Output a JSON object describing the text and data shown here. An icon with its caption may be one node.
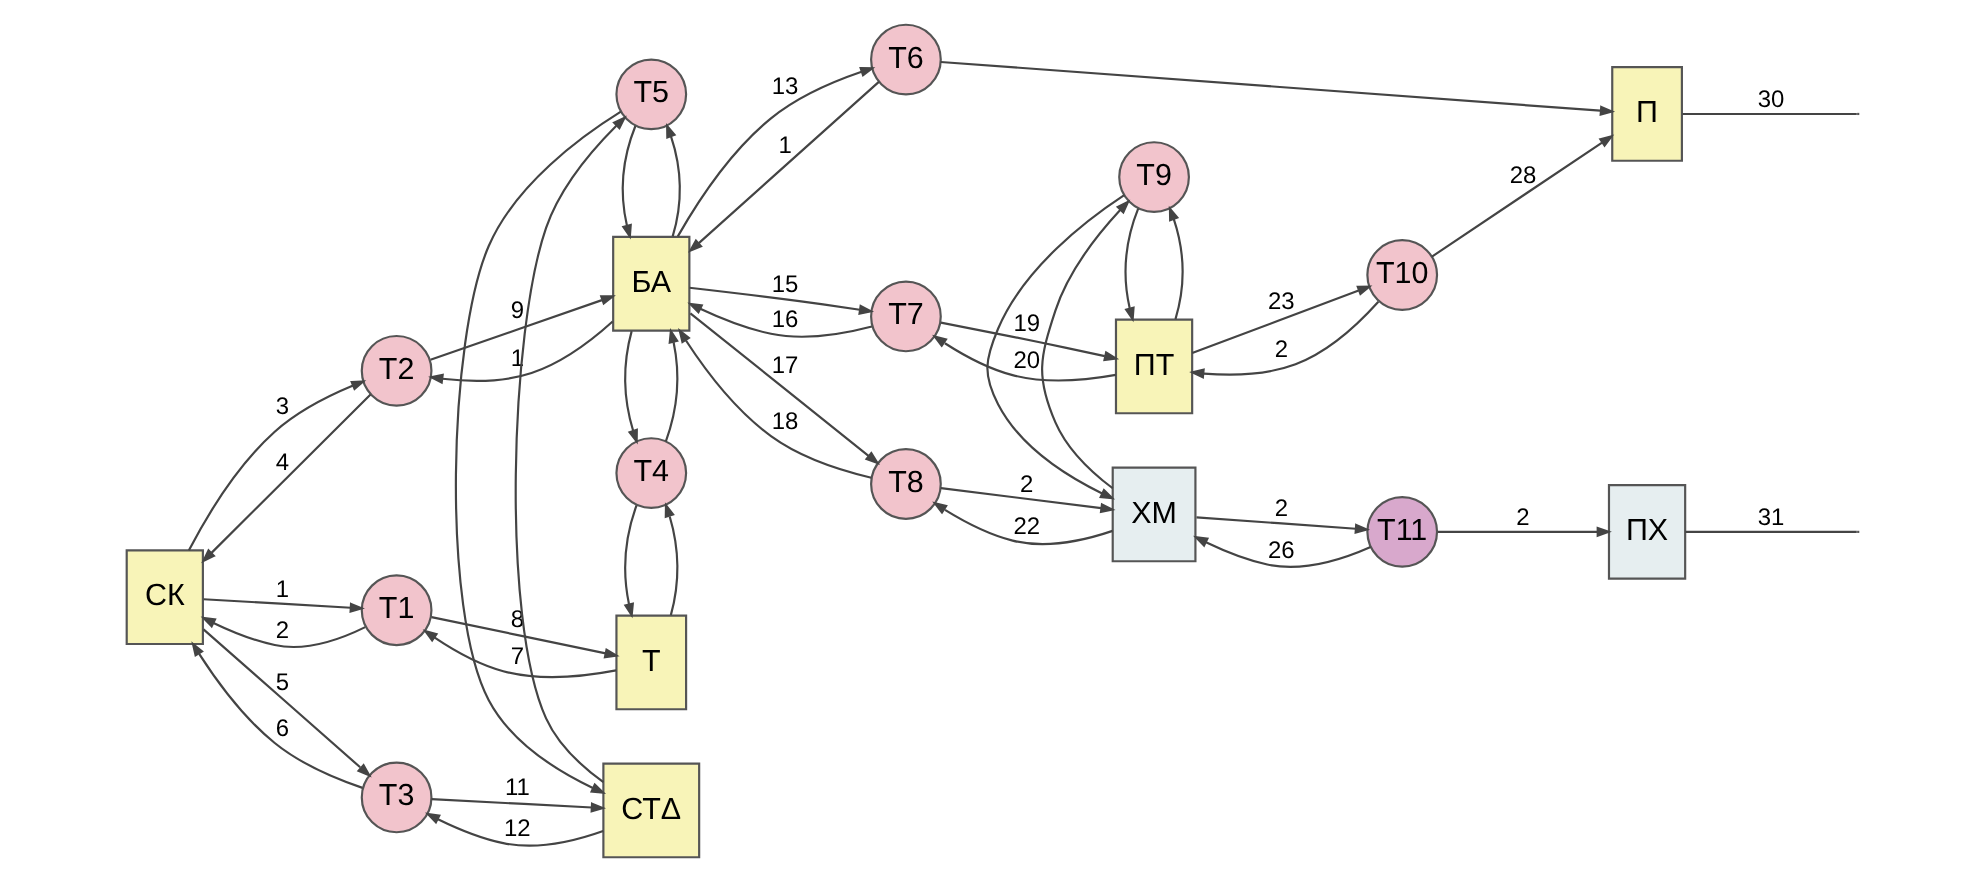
{
  "diagram": {
    "nodes": [
      {
        "text": [
          "СК"
        ]
      },
      {
        "text": [
          "Т1"
        ]
      },
      {
        "text": [
          "Т"
        ]
      },
      {
        "text": [
          "Т2"
        ]
      },
      {
        "text": [
          "Т3"
        ]
      },
      {
        "text": [
          "Т4"
        ]
      },
      {
        "text": [
          "БА"
        ]
      },
      {
        "text": [
          "Т5"
        ]
      },
      {
        "text": [
          "СТΔ"
        ]
      },
      {
        "text": [
          "Т6"
        ]
      },
      {
        "text": [
          "Т7"
        ]
      },
      {
        "text": [
          "Т8"
        ]
      },
      {
        "text": [
          "ПТ"
        ]
      },
      {
        "text": [
          "Т9"
        ]
      },
      {
        "text": [
          "ХМ"
        ]
      },
      {
        "text": [
          "Т10"
        ]
      },
      {
        "text": [
          "Т11"
        ]
      },
      {
        "text": [
          "П"
        ]
      },
      {
        "text": [
          "ПХ"
        ]
      }
    ],
    "edges": [
      {
        "from": 0,
        "to": 1,
        "arrow": "to",
        "label": "1"
      },
      {
        "from": 1,
        "to": 0,
        "arrow": "to",
        "label": "2"
      },
      {
        "from": 0,
        "to": 3,
        "arrow": "to",
        "label": "3"
      },
      {
        "from": 3,
        "to": 0,
        "arrow": "to",
        "label": "4"
      },
      {
        "from": 0,
        "to": 4,
        "arrow": "to",
        "label": "5"
      },
      {
        "from": 4,
        "to": 0,
        "arrow": "to",
        "label": "6"
      },
      {
        "from": 2,
        "to": 1,
        "arrow": "to",
        "label": "7"
      },
      {
        "from": 1,
        "to": 2,
        "arrow": "to",
        "label": "8"
      },
      {
        "from": 3,
        "to": 6,
        "arrow": "to",
        "label": "9"
      },
      {
        "from": 6,
        "to": 3,
        "arrow": "to",
        "label": "1"
      },
      {
        "from": 4,
        "to": 8,
        "arrow": "to",
        "label": "11"
      },
      {
        "from": 8,
        "to": 4,
        "arrow": "to",
        "label": "12"
      },
      {
        "from": 2,
        "to": 5,
        "arrow": "to"
      },
      {
        "from": 5,
        "to": 2,
        "arrow": "to"
      },
      {
        "from": 5,
        "to": 6,
        "arrow": "to"
      },
      {
        "from": 6,
        "to": 5,
        "arrow": "to"
      },
      {
        "from": 6,
        "to": 7,
        "arrow": "to"
      },
      {
        "from": 7,
        "to": 6,
        "arrow": "to"
      },
      {
        "from": 8,
        "to": 7,
        "arrow": "to"
      },
      {
        "from": 7,
        "to": 8,
        "arrow": "to"
      },
      {
        "from": 6,
        "to": 9,
        "arrow": "to",
        "label": "13"
      },
      {
        "from": 9,
        "to": 6,
        "arrow": "to",
        "label": "1"
      },
      {
        "from": 6,
        "to": 10,
        "arrow": "to",
        "label": "15"
      },
      {
        "from": 10,
        "to": 6,
        "arrow": "to",
        "label": "16"
      },
      {
        "from": 6,
        "to": 11,
        "arrow": "to",
        "label": "17"
      },
      {
        "from": 11,
        "to": 6,
        "arrow": "to",
        "label": "18"
      },
      {
        "from": 10,
        "to": 12,
        "arrow": "to",
        "label": "19"
      },
      {
        "from": 12,
        "to": 10,
        "arrow": "to",
        "label": "20"
      },
      {
        "from": 11,
        "to": 14,
        "arrow": "to",
        "label": "2"
      },
      {
        "from": 14,
        "to": 11,
        "arrow": "to",
        "label": "22"
      },
      {
        "from": 12,
        "to": 13,
        "arrow": "to"
      },
      {
        "from": 13,
        "to": 12,
        "arrow": "to"
      },
      {
        "from": 14,
        "to": 13,
        "arrow": "to"
      },
      {
        "from": 13,
        "to": 14,
        "arrow": "to"
      },
      {
        "from": 12,
        "to": 15,
        "arrow": "to",
        "label": "23"
      },
      {
        "from": 15,
        "to": 12,
        "arrow": "to",
        "label": "2"
      },
      {
        "from": 14,
        "to": 16,
        "arrow": "to",
        "label": "2"
      },
      {
        "from": 16,
        "to": 14,
        "arrow": "to",
        "label": "26"
      },
      {
        "from": 9,
        "to": 17,
        "arrow": "to"
      },
      {
        "from": 15,
        "to": 17,
        "arrow": "to",
        "label": "28"
      },
      {
        "from": 16,
        "to": 18,
        "arrow": "to",
        "label": "2"
      },
      {
        "from": 17,
        "to": null,
        "arrow": "none",
        "label": "30"
      },
      {
        "from": 18,
        "to": null,
        "arrow": "none",
        "label": "31"
      }
    ]
  }
}
